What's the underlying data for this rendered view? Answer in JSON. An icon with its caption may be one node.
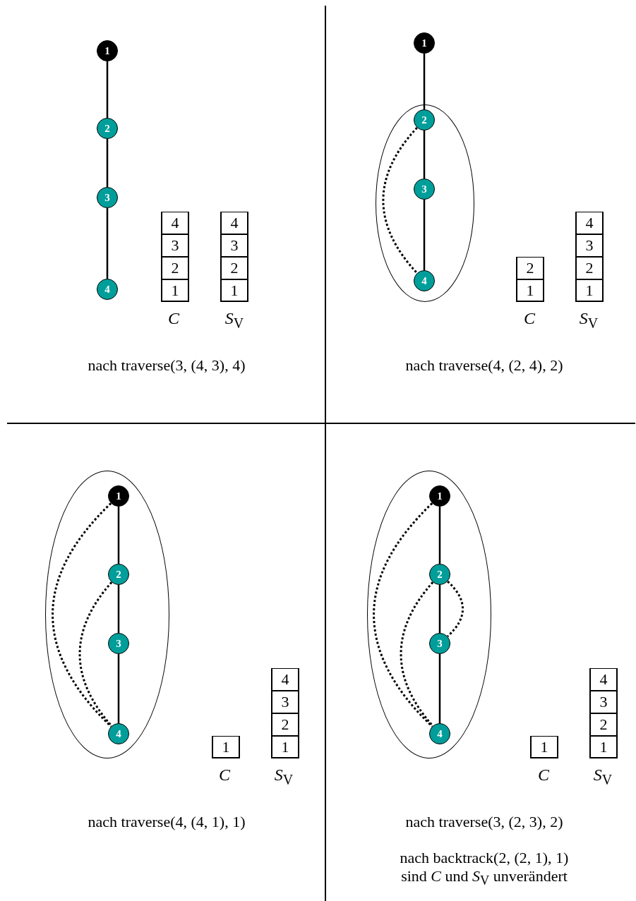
{
  "diagram": {
    "nodes": [
      {
        "text": [
          "1"
        ]
      },
      {
        "text": [
          "2"
        ]
      },
      {
        "text": [
          "3"
        ]
      },
      {
        "text": [
          "4"
        ]
      },
      {
        "text": [
          "4"
        ]
      },
      {
        "text": [
          "3"
        ]
      },
      {
        "text": [
          "2"
        ]
      },
      {
        "text": [
          "1"
        ]
      },
      {
        "text": [
          "4"
        ]
      },
      {
        "text": [
          "3"
        ]
      },
      {
        "text": [
          "2"
        ]
      },
      {
        "text": [
          "1"
        ]
      },
      {
        "text": [
          "1"
        ]
      },
      {
        "text": [],
        "shape": "ellipse"
      },
      {
        "text": [
          "2"
        ],
        "in": 13
      },
      {
        "text": [
          "3"
        ],
        "in": 13
      },
      {
        "text": [
          "4"
        ],
        "in": 13
      },
      {
        "text": [
          "2"
        ]
      },
      {
        "text": [
          "1"
        ]
      },
      {
        "text": [
          "4"
        ]
      },
      {
        "text": [
          "3"
        ]
      },
      {
        "text": [
          "2"
        ]
      },
      {
        "text": [
          "1"
        ]
      },
      {
        "text": [],
        "shape": "ellipse"
      },
      {
        "text": [
          "1"
        ],
        "in": 23
      },
      {
        "text": [
          "2"
        ],
        "in": 23
      },
      {
        "text": [
          "3"
        ],
        "in": 23
      },
      {
        "text": [
          "4"
        ],
        "in": 23
      },
      {
        "text": [
          "1"
        ]
      },
      {
        "text": [
          "4"
        ]
      },
      {
        "text": [
          "3"
        ]
      },
      {
        "text": [
          "2"
        ]
      },
      {
        "text": [
          "1"
        ]
      },
      {
        "text": [],
        "shape": "ellipse"
      },
      {
        "text": [
          "1"
        ],
        "in": 33
      },
      {
        "text": [
          "2"
        ],
        "in": 33
      },
      {
        "text": [
          "3"
        ],
        "in": 33
      },
      {
        "text": [
          "4"
        ],
        "in": 33
      },
      {
        "text": [
          "1"
        ]
      },
      {
        "text": [
          "4"
        ]
      },
      {
        "text": [
          "3"
        ]
      },
      {
        "text": [
          "2"
        ]
      },
      {
        "text": [
          "1"
        ]
      }
    ],
    "edges": [
      {
        "from": 0,
        "to": 1,
        "arrow": "none"
      },
      {
        "from": 1,
        "to": 2,
        "arrow": "none"
      },
      {
        "from": 2,
        "to": 3,
        "arrow": "none"
      },
      {
        "from": 12,
        "to": 14,
        "arrow": "none"
      },
      {
        "from": 14,
        "to": 15,
        "arrow": "none"
      },
      {
        "from": 15,
        "to": 16,
        "arrow": "none"
      },
      {
        "from": 14,
        "to": 16,
        "arrow": "none",
        "style": "dashed"
      },
      {
        "from": 24,
        "to": 25,
        "arrow": "none"
      },
      {
        "from": 25,
        "to": 26,
        "arrow": "none"
      },
      {
        "from": 26,
        "to": 27,
        "arrow": "none"
      },
      {
        "from": 24,
        "to": 27,
        "arrow": "none",
        "style": "dashed"
      },
      {
        "from": 25,
        "to": 27,
        "arrow": "none",
        "style": "dashed"
      },
      {
        "from": 34,
        "to": 35,
        "arrow": "none"
      },
      {
        "from": 35,
        "to": 36,
        "arrow": "none"
      },
      {
        "from": 36,
        "to": 37,
        "arrow": "none"
      },
      {
        "from": 34,
        "to": 37,
        "arrow": "none",
        "style": "dashed"
      },
      {
        "from": 35,
        "to": 37,
        "arrow": "none",
        "style": "dashed"
      },
      {
        "from": 35,
        "to": 36,
        "arrow": "none",
        "style": "dashed"
      }
    ],
    "labels": [
      "*C*",
      "*S*$_{V}$",
      "nach traverse(3, (4, 3), 4)",
      "*C*",
      "*S*$_{V}$",
      "nach traverse(4, (2, 4), 2)",
      "*C*",
      "*S*$_{V}$",
      "nach traverse(4, (4, 1), 1)",
      "*C*",
      "*S*$_{V}$",
      "nach traverse(3, (2, 3), 2)",
      "nach backtrack(2, (2, 1), 1) sind *C* und *S*$_{V}$ unverändert"
    ]
  }
}
